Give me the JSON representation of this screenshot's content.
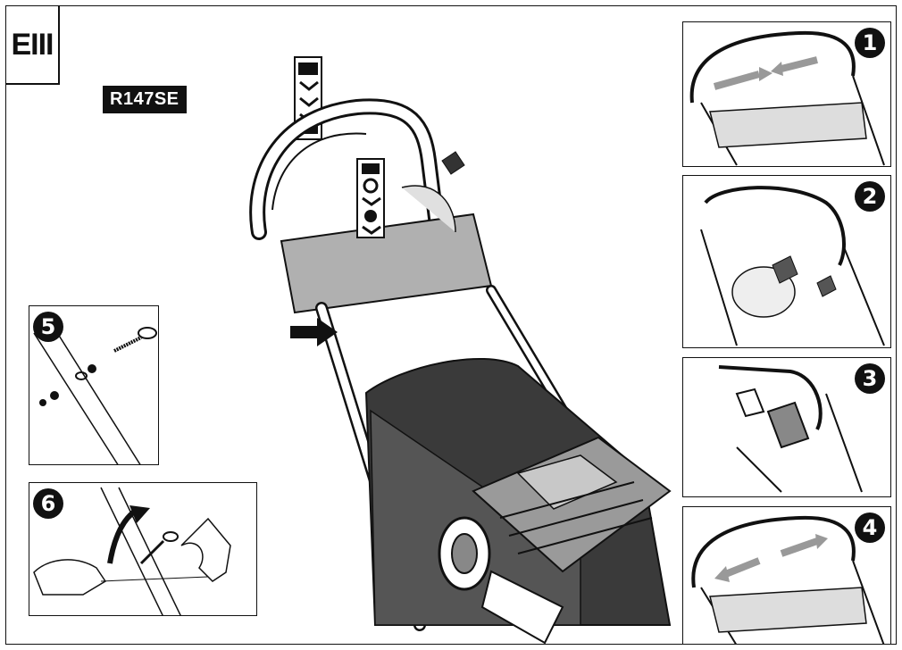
{
  "section_tab": {
    "label": "EIII"
  },
  "model": {
    "label": "R147SE"
  },
  "steps": [
    {
      "number": "1"
    },
    {
      "number": "2"
    },
    {
      "number": "3"
    },
    {
      "number": "4"
    },
    {
      "number": "5"
    },
    {
      "number": "6"
    }
  ],
  "colors": {
    "ink": "#111111",
    "grey": "#9e9e9e",
    "lightgrey": "#cfcfcf",
    "paper": "#ffffff"
  }
}
